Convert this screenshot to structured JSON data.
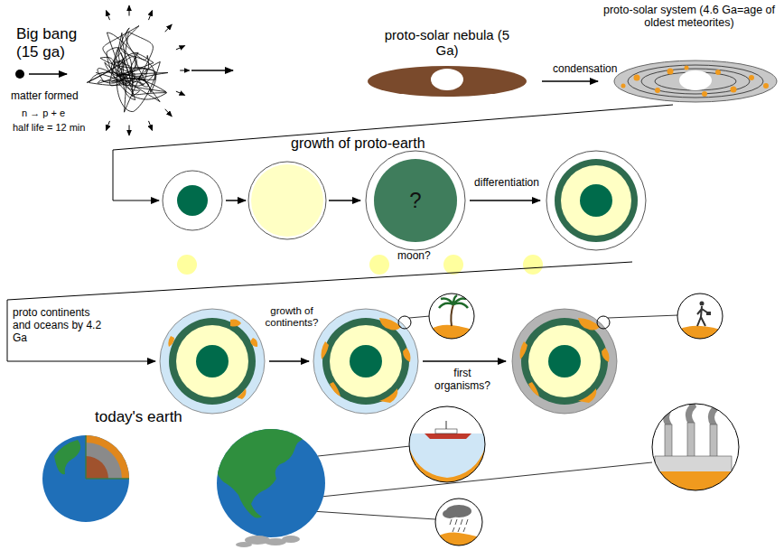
{
  "diagram": {
    "nodes": [
      {
        "text": [
          "?"
        ]
      }
    ],
    "labels": [
      "Big bang (15 ga)",
      "matter formed",
      "n → p + e",
      "half life = 12 min",
      "proto-solar nebula (5 Ga)",
      "proto-solar system (4.6 Ga=age of oldest meteorites)",
      "condensation",
      "growth of proto-earth",
      "differentiation",
      "moon?",
      "proto continents and oceans by 4.2 Ga",
      "growth of continents?",
      "first organisms?",
      "today's earth"
    ]
  }
}
